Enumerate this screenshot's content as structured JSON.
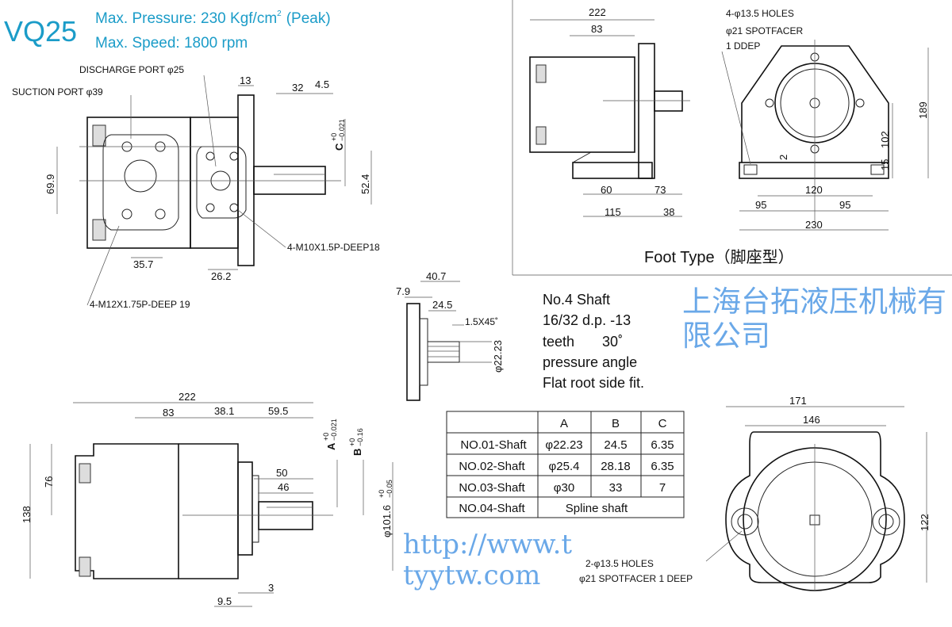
{
  "header": {
    "model": "VQ25",
    "pressure": "Max. Pressure: 230 Kgf/cm",
    "pressure_sup": "2",
    "pressure_suffix": "(Peak)",
    "speed": "Max.  Speed: 1800 rpm"
  },
  "front_view": {
    "discharge_port": "DISCHARGE PORT φ25",
    "suction_port": "SUCTION PORT φ39",
    "dims": {
      "d13": "13",
      "d32": "32",
      "d4_5": "4.5",
      "c": "C",
      "c_tol_upper": "+0",
      "c_tol_lower": "−0.021",
      "d69_9": "69.9",
      "d52_4": "52.4",
      "d35_7": "35.7",
      "d26_2": "26.2"
    },
    "thread_discharge": "4-M10X1.5P-DEEP18",
    "thread_suction": "4-M12X1.75P-DEEP 19"
  },
  "foot_view": {
    "dims": {
      "d222": "222",
      "d83": "83",
      "d60": "60",
      "d73": "73",
      "d115": "115",
      "d38": "38",
      "d189": "189",
      "d102": "102",
      "d15": "15",
      "d2": "2",
      "d120": "120",
      "d95a": "95",
      "d95b": "95",
      "d230": "230"
    },
    "holes_1": "4-φ13.5 HOLES",
    "holes_2": "φ21 SPOTFACER",
    "holes_3": "1 DDEP",
    "title": "Foot Type（脚座型）"
  },
  "spline_view": {
    "dims": {
      "d40_7": "40.7",
      "d7_9": "7.9",
      "d24_5": "24.5",
      "chamfer": "1.5X45˚",
      "dia": "φ22.23"
    },
    "notes": [
      "No.4 Shaft",
      "16/32 d.p. -13",
      "teeth       30˚",
      "pressure angle",
      "Flat root side fit."
    ]
  },
  "shaft_table": {
    "headers": [
      "",
      "A",
      "B",
      "C"
    ],
    "rows": [
      [
        "NO.01-Shaft",
        "φ22.23",
        "24.5",
        "6.35"
      ],
      [
        "NO.02-Shaft",
        "φ25.4",
        "28.18",
        "6.35"
      ],
      [
        "NO.03-Shaft",
        "φ30",
        "33",
        "7"
      ],
      [
        "NO.04-Shaft",
        "Spline shaft"
      ]
    ]
  },
  "side_view": {
    "dims": {
      "d222": "222",
      "d83": "83",
      "d38_1": "38.1",
      "d59_5": "59.5",
      "a": "A",
      "a_tol_upper": "+0",
      "a_tol_lower": "−0.021",
      "b": "B",
      "b_tol_upper": "+0",
      "b_tol_lower": "−0.16",
      "d76": "76",
      "d138": "138",
      "d50": "50",
      "d46": "46",
      "d101_6": "φ101.6",
      "d101_6_tol_upper": "+0",
      "d101_6_tol_lower": "−0.05",
      "d3": "3",
      "d9_5": "9.5"
    }
  },
  "flange_view": {
    "dims": {
      "d171": "171",
      "d146": "146",
      "d122": "122"
    },
    "holes_1": "2-φ13.5 HOLES",
    "holes_2": "φ21 SPOTFACER 1 DEEP"
  },
  "watermark": {
    "company": "上海台拓液压机械有限公司",
    "url": "http://www.ttyytw.com"
  }
}
